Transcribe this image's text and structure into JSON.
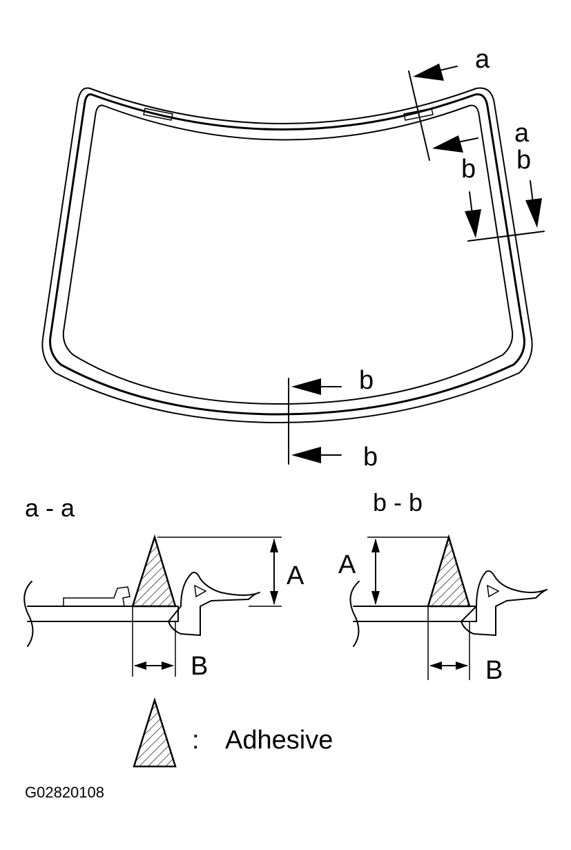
{
  "section_labels": {
    "top_a_1": "a",
    "top_a_2": "a",
    "top_b_1": "b",
    "top_b_2": "b",
    "bottom_b_1": "b",
    "bottom_b_2": "b"
  },
  "sections": {
    "aa_title": "a - a",
    "bb_title": "b - b"
  },
  "dimensions": {
    "aa_height": "A",
    "aa_width": "B",
    "bb_height": "A",
    "bb_width": "B"
  },
  "legend": {
    "colon": ":",
    "label": "Adhesive"
  },
  "figure_code": "G02820108"
}
